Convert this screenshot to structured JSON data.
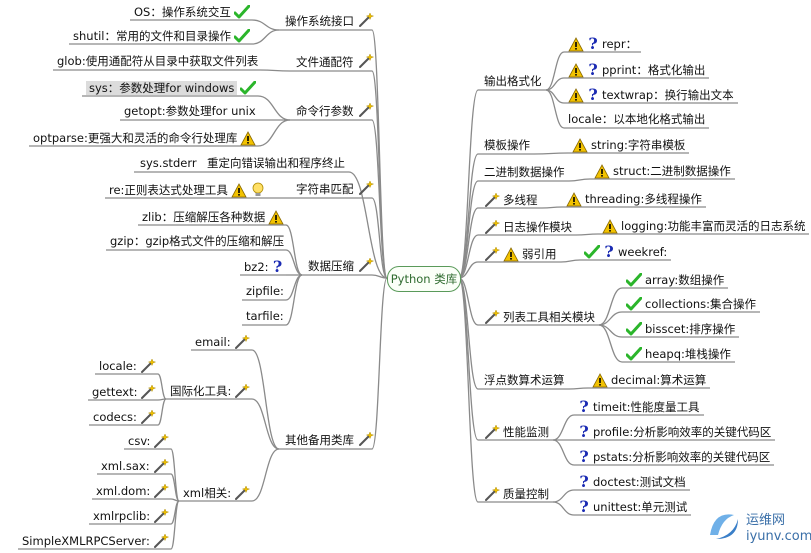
{
  "root": "Python 类库",
  "left_branches": [
    {
      "id": "os",
      "label": "操作系统接口",
      "children": [
        {
          "text": "OS：操作系统交互",
          "icons": [
            "check"
          ]
        },
        {
          "text": "shutil：常用的文件和目录操作",
          "icons": [
            "check"
          ]
        }
      ]
    },
    {
      "id": "glob",
      "label": "文件通配符",
      "children": [
        {
          "text": "glob:使用通配符从目录中获取文件列表",
          "icons": []
        }
      ]
    },
    {
      "id": "cli",
      "label": "命令行参数",
      "children": [
        {
          "text": "sys：参数处理for windows",
          "icons": [
            "check"
          ],
          "highlight": true
        },
        {
          "text": "getopt:参数处理for unix",
          "icons": []
        },
        {
          "text": "optparse:更强大和灵活的命令行处理库",
          "icons": [
            "warn"
          ]
        }
      ]
    },
    {
      "id": "stderr",
      "label": "重定向错误输出和程序终止",
      "prefix": "sys.stderr"
    },
    {
      "id": "str",
      "label": "字符串匹配",
      "children": [
        {
          "text": "re:正则表达式处理工具",
          "icons": [
            "warn",
            "bulb"
          ]
        }
      ]
    },
    {
      "id": "zip",
      "label": "数据压缩",
      "children": [
        {
          "text": "zlib：压缩解压各种数据",
          "icons": [
            "warn"
          ]
        },
        {
          "text": "gzip：gzip格式文件的压缩和解压",
          "icons": []
        },
        {
          "text": "bz2:",
          "icons": [
            "q"
          ]
        },
        {
          "text": "zipfile:",
          "icons": []
        },
        {
          "text": "tarfile:",
          "icons": []
        }
      ]
    },
    {
      "id": "other",
      "label": "其他备用类库",
      "children": [
        {
          "text": "email:",
          "icons": [
            "wand"
          ]
        },
        {
          "text": "国际化工具:",
          "icons": [
            "wand"
          ],
          "children": [
            {
              "text": "locale:",
              "icons": [
                "wand"
              ]
            },
            {
              "text": "gettext:",
              "icons": [
                "wand"
              ]
            },
            {
              "text": "codecs:",
              "icons": [
                "wand"
              ]
            }
          ]
        },
        {
          "text": "xml相关:",
          "icons": [
            "wand"
          ],
          "children": [
            {
              "text": "csv:",
              "icons": [
                "wand"
              ]
            },
            {
              "text": "xml.sax:",
              "icons": [
                "wand"
              ]
            },
            {
              "text": "xml.dom:",
              "icons": [
                "wand"
              ]
            },
            {
              "text": "xmlrpclib:",
              "icons": [
                "wand"
              ]
            },
            {
              "text": "SimpleXMLRPCServer:",
              "icons": [
                "wand"
              ]
            }
          ]
        }
      ]
    }
  ],
  "right_branches": [
    {
      "id": "fmt",
      "label": "输出格式化",
      "children": [
        {
          "text": "repr：",
          "icons": [
            "warn",
            "q"
          ]
        },
        {
          "text": "pprint：格式化输出",
          "icons": [
            "warn",
            "q"
          ]
        },
        {
          "text": "textwrap：换行输出文本",
          "icons": [
            "warn",
            "q"
          ]
        },
        {
          "text": "locale：以本地化格式输出",
          "icons": []
        }
      ]
    },
    {
      "id": "tpl",
      "label": "模板操作",
      "children": [
        {
          "text": "string:字符串模板",
          "icons": [
            "warn"
          ]
        }
      ]
    },
    {
      "id": "bin",
      "label": "二进制数据操作",
      "children": [
        {
          "text": "struct:二进制数据操作",
          "icons": [
            "warn"
          ]
        }
      ]
    },
    {
      "id": "thr",
      "label": "多线程",
      "icons": [
        "wand"
      ],
      "children": [
        {
          "text": "threading:多线程操作",
          "icons": [
            "warn"
          ]
        }
      ]
    },
    {
      "id": "log",
      "label": "日志操作模块",
      "icons": [
        "wand"
      ],
      "children": [
        {
          "text": "logging:功能丰富而灵活的日志系统",
          "icons": [
            "warn"
          ]
        }
      ]
    },
    {
      "id": "weak",
      "label": "弱引用",
      "icons": [
        "wand",
        "warn"
      ],
      "children": [
        {
          "text": "weekref:",
          "icons": [
            "check",
            "q"
          ]
        }
      ]
    },
    {
      "id": "list",
      "label": "列表工具相关模块",
      "icons": [
        "wand"
      ],
      "children": [
        {
          "text": "array:数组操作",
          "icons": [
            "check"
          ]
        },
        {
          "text": "collections:集合操作",
          "icons": [
            "check"
          ]
        },
        {
          "text": "bisscet:排序操作",
          "icons": [
            "check"
          ]
        },
        {
          "text": "heapq:堆栈操作",
          "icons": [
            "check"
          ]
        }
      ]
    },
    {
      "id": "dec",
      "label": "浮点数算术运算",
      "children": [
        {
          "text": "decimal:算术运算",
          "icons": [
            "warn"
          ]
        }
      ]
    },
    {
      "id": "perf",
      "label": "性能监测",
      "icons": [
        "wand"
      ],
      "children": [
        {
          "text": "timeit:性能度量工具",
          "icons": [
            "q"
          ]
        },
        {
          "text": "profile:分析影响效率的关键代码区",
          "icons": [
            "q"
          ]
        },
        {
          "text": "pstats:分析影响效率的关键代码区",
          "icons": [
            "q"
          ]
        }
      ]
    },
    {
      "id": "qa",
      "label": "质量控制",
      "icons": [
        "wand"
      ],
      "children": [
        {
          "text": "doctest:测试文档",
          "icons": [
            "q"
          ]
        },
        {
          "text": "unittest:单元测试",
          "icons": [
            "q"
          ]
        }
      ]
    }
  ],
  "watermark": {
    "line1": "运维网",
    "line2": "iyunv.com"
  },
  "colors": {
    "line": "#8a8a8a",
    "check": "#2bb52b",
    "warn": "#f2c200",
    "question": "#1b2bb3",
    "root_border": "#5a9a5a"
  }
}
